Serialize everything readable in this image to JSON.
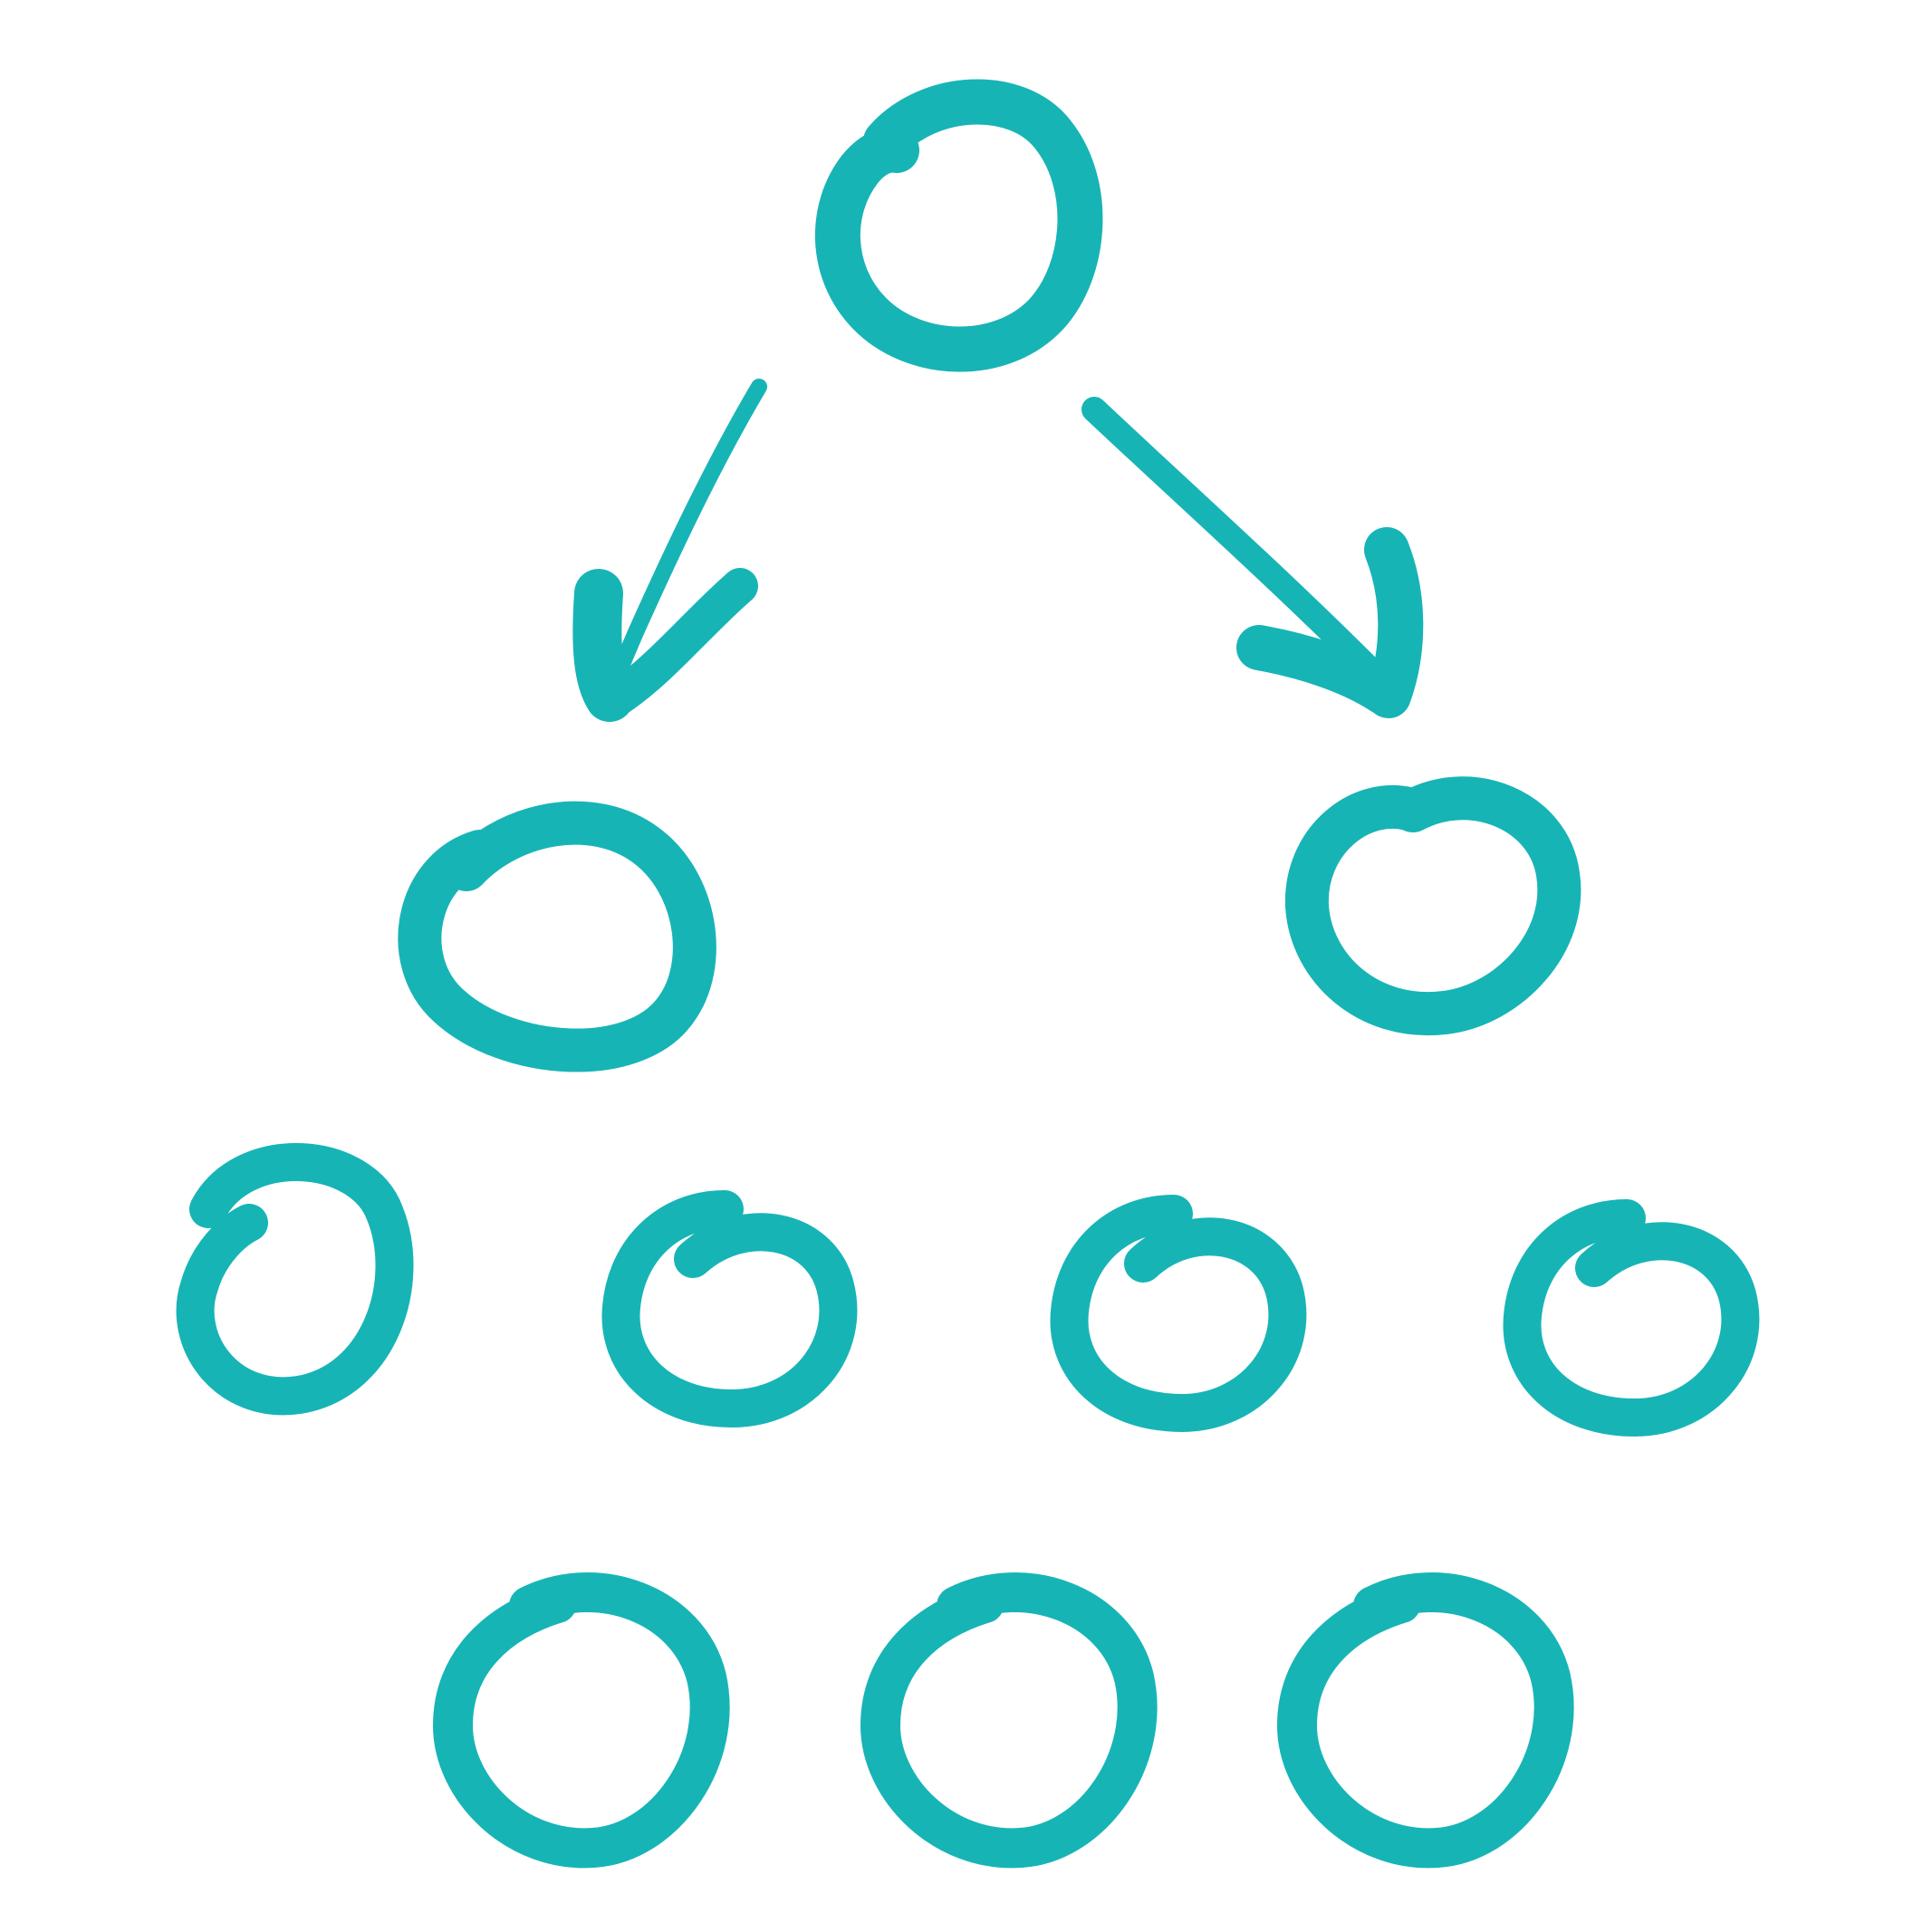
{
  "diagram": {
    "type": "hand-drawn-hierarchy",
    "stroke_color": "#17B4B6",
    "background_color": "#FFFFFF",
    "nodes": [
      {
        "id": "root",
        "level": 0
      },
      {
        "id": "level1-left",
        "level": 1
      },
      {
        "id": "level1-right",
        "level": 1
      },
      {
        "id": "level2-1",
        "level": 2
      },
      {
        "id": "level2-2",
        "level": 2
      },
      {
        "id": "level2-3",
        "level": 2
      },
      {
        "id": "level2-4",
        "level": 2
      },
      {
        "id": "level3-1",
        "level": 3
      },
      {
        "id": "level3-2",
        "level": 3
      },
      {
        "id": "level3-3",
        "level": 3
      }
    ],
    "edges": [
      {
        "from": "root",
        "to": "level1-left",
        "style": "hand-drawn-arrow"
      },
      {
        "from": "root",
        "to": "level1-right",
        "style": "hand-drawn-arrow"
      }
    ]
  }
}
